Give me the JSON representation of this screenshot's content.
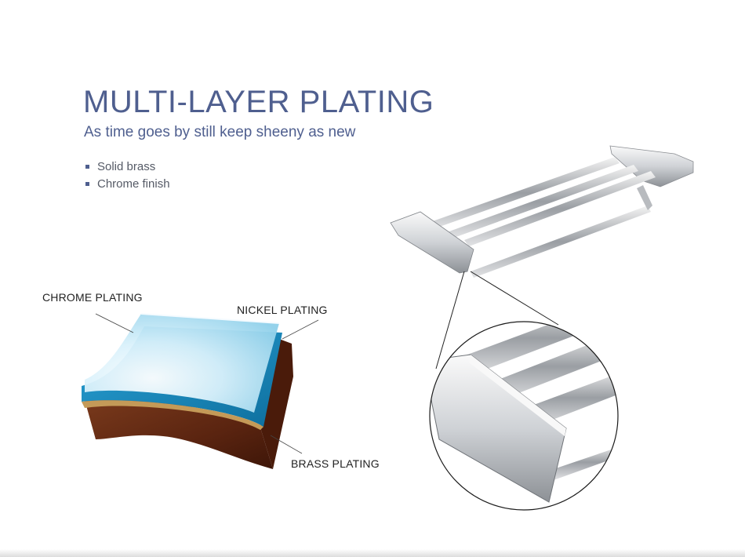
{
  "header": {
    "title": "MULTI-LAYER PLATING",
    "subtitle": "As time goes by still keep sheeny as new"
  },
  "features": [
    "Solid brass",
    "Chrome finish"
  ],
  "layers": {
    "chrome": "CHROME PLATING",
    "nickel": "NICKEL PLATING",
    "brass": "BRASS PLATING"
  },
  "colors": {
    "accent": "#4f5f8f",
    "brass": "#6b2e16",
    "nickel": "#1f8fc4",
    "chrome": "#bfe6f5"
  }
}
